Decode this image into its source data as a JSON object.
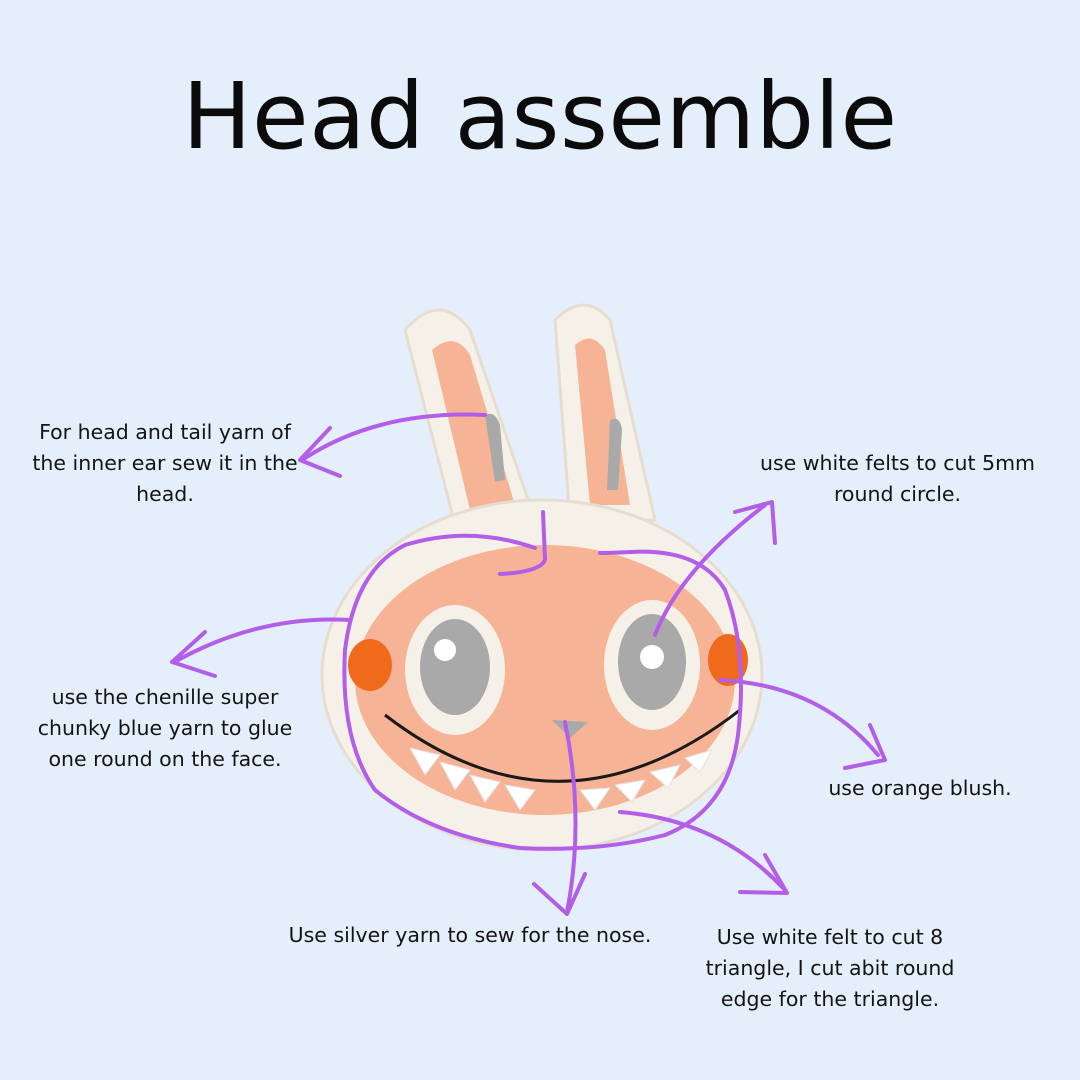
{
  "title": "Head assemble",
  "notes": {
    "inner_ear": "For head and tail yarn of the inner ear sew it in the head.",
    "white_felt_circle": "use white felts to cut 5mm round circle.",
    "chenille_yarn": "use the chenille super chunky blue yarn to glue one round on the face.",
    "orange_blush": "use orange blush.",
    "silver_nose": "Use silver yarn to sew for the nose.",
    "felt_triangles": "Use white felt to cut 8 triangle, I cut abit round edge for the triangle."
  },
  "colors": {
    "background": "#e5effc",
    "annotation_arrow": "#b25ee8",
    "crochet_peach": "#f7b396",
    "fluffy_white": "#f6f1e8",
    "silver": "#a9a9a9",
    "blush_orange": "#f06a1c"
  }
}
